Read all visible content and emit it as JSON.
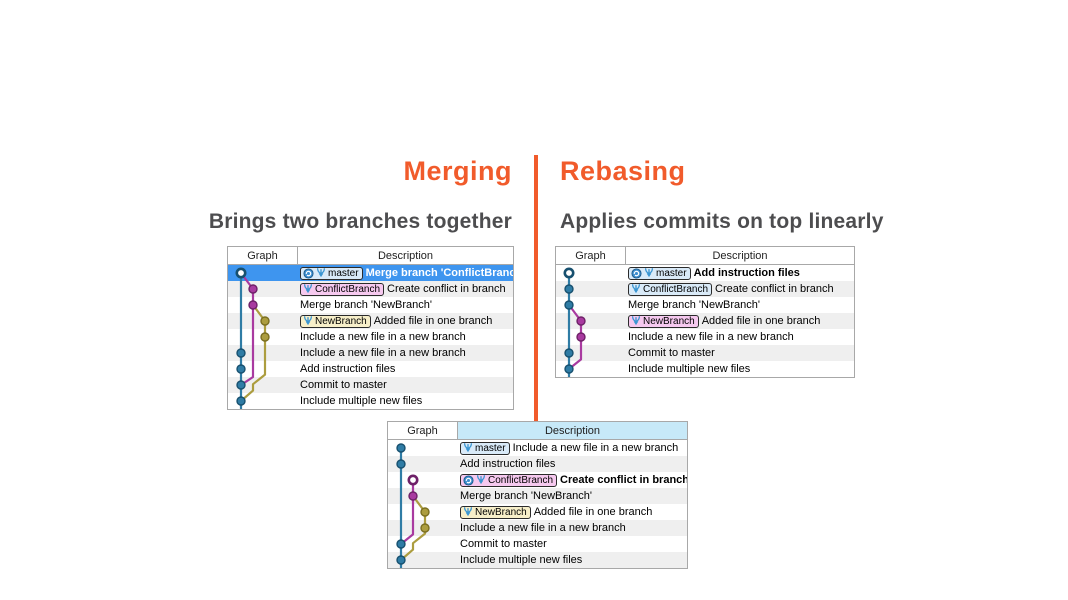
{
  "header": {
    "merging_title": "Merging",
    "rebasing_title": "Rebasing",
    "merging_subtitle": "Brings two branches together",
    "rebasing_subtitle": "Applies commits on top linearly"
  },
  "colors": {
    "accent": "#f15b2b",
    "subtitle_text": "#4d4d4f",
    "selection": "#3e95ef",
    "row_alt": "#efefef",
    "lane_blue": "#2f7ca5",
    "lane_blue_dark": "#17506f",
    "lane_magenta": "#a93aa0",
    "lane_magenta_dark": "#6e2168",
    "lane_olive": "#ac9d3f",
    "lane_olive_dark": "#7a6e20",
    "badge_blue": "#d9eaf8",
    "badge_pink": "#f6c9ef",
    "badge_tan": "#f7efc9",
    "desc_header_highlight": "#c7e9f8",
    "branch_icon_blue": "#3b96d2",
    "head_icon_blue": "#3e8fd0"
  },
  "tables": [
    {
      "name": "merging-history-table",
      "headers": {
        "graph": "Graph",
        "description": "Description"
      },
      "desc_header_highlighted": false,
      "rows": [
        {
          "badge": {
            "label": "master",
            "color_key": "badge_blue",
            "head": true
          },
          "text": "Merge branch 'ConflictBranch'",
          "bold": true,
          "selected": true
        },
        {
          "badge": {
            "label": "ConflictBranch",
            "color_key": "badge_pink"
          },
          "text": "Create conflict in branch"
        },
        {
          "text": "Merge branch 'NewBranch'"
        },
        {
          "badge": {
            "label": "NewBranch",
            "color_key": "badge_tan"
          },
          "text": "Added file in one branch"
        },
        {
          "text": "Include a new file in a new branch"
        },
        {
          "text": "Include a new file in a new branch"
        },
        {
          "text": "Add instruction files"
        },
        {
          "text": "Commit to master"
        },
        {
          "text": "Include multiple new files"
        }
      ],
      "graph": {
        "lines": [
          {
            "color_key": "lane_blue",
            "points": [
              [
                0,
                1
              ],
              [
                0,
                "end"
              ]
            ]
          },
          {
            "color_key": "lane_magenta",
            "points": [
              [
                0,
                1
              ],
              [
                1,
                2
              ],
              [
                1,
                7.5
              ],
              [
                0,
                8
              ]
            ]
          },
          {
            "color_key": "lane_olive",
            "points": [
              [
                1,
                3
              ],
              [
                2,
                4
              ],
              [
                2,
                7.35
              ],
              [
                1,
                7.95
              ],
              [
                1,
                8.35
              ],
              [
                0,
                9
              ]
            ]
          }
        ],
        "dots": [
          {
            "lane": 0,
            "row": 1,
            "color_key": "lane_blue",
            "hollow": true
          },
          {
            "lane": 1,
            "row": 2,
            "color_key": "lane_magenta"
          },
          {
            "lane": 1,
            "row": 3,
            "color_key": "lane_magenta"
          },
          {
            "lane": 2,
            "row": 4,
            "color_key": "lane_olive"
          },
          {
            "lane": 2,
            "row": 5,
            "color_key": "lane_olive"
          },
          {
            "lane": 0,
            "row": 6,
            "color_key": "lane_blue"
          },
          {
            "lane": 0,
            "row": 7,
            "color_key": "lane_blue"
          },
          {
            "lane": 0,
            "row": 8,
            "color_key": "lane_blue"
          },
          {
            "lane": 0,
            "row": 9,
            "color_key": "lane_blue"
          }
        ]
      }
    },
    {
      "name": "rebasing-history-table",
      "headers": {
        "graph": "Graph",
        "description": "Description"
      },
      "desc_header_highlighted": false,
      "rows": [
        {
          "badge": {
            "label": "master",
            "color_key": "badge_blue",
            "head": true
          },
          "text": "Add instruction files",
          "bold": true
        },
        {
          "badge": {
            "label": "ConflictBranch",
            "color_key": "badge_blue"
          },
          "text": "Create conflict in branch"
        },
        {
          "text": "Merge branch 'NewBranch'"
        },
        {
          "badge": {
            "label": "NewBranch",
            "color_key": "badge_pink"
          },
          "text": "Added file in one branch"
        },
        {
          "text": "Include a new file in a new branch"
        },
        {
          "text": "Commit to master"
        },
        {
          "text": "Include multiple new files"
        }
      ],
      "graph": {
        "lines": [
          {
            "color_key": "lane_blue",
            "points": [
              [
                0,
                1
              ],
              [
                0,
                "end"
              ]
            ]
          },
          {
            "color_key": "lane_magenta",
            "points": [
              [
                0,
                3
              ],
              [
                1,
                4
              ],
              [
                1,
                6.4
              ],
              [
                0,
                7
              ]
            ]
          }
        ],
        "dots": [
          {
            "lane": 0,
            "row": 1,
            "color_key": "lane_blue",
            "hollow": true
          },
          {
            "lane": 0,
            "row": 2,
            "color_key": "lane_blue"
          },
          {
            "lane": 0,
            "row": 3,
            "color_key": "lane_blue"
          },
          {
            "lane": 1,
            "row": 4,
            "color_key": "lane_magenta"
          },
          {
            "lane": 1,
            "row": 5,
            "color_key": "lane_magenta"
          },
          {
            "lane": 0,
            "row": 6,
            "color_key": "lane_blue"
          },
          {
            "lane": 0,
            "row": 7,
            "color_key": "lane_blue"
          }
        ]
      }
    },
    {
      "name": "conflictbranch-history-table",
      "headers": {
        "graph": "Graph",
        "description": "Description"
      },
      "desc_header_highlighted": true,
      "rows": [
        {
          "badge": {
            "label": "master",
            "color_key": "badge_blue"
          },
          "text": "Include a new file in a new branch"
        },
        {
          "text": "Add instruction files"
        },
        {
          "badge": {
            "label": "ConflictBranch",
            "color_key": "badge_pink",
            "head": true
          },
          "text": "Create conflict in branch",
          "bold": true
        },
        {
          "text": "Merge branch 'NewBranch'"
        },
        {
          "badge": {
            "label": "NewBranch",
            "color_key": "badge_tan"
          },
          "text": "Added file in one branch"
        },
        {
          "text": "Include a new file in a new branch"
        },
        {
          "text": "Commit to master"
        },
        {
          "text": "Include multiple new files"
        }
      ],
      "graph": {
        "lines": [
          {
            "color_key": "lane_blue",
            "points": [
              [
                0,
                1
              ],
              [
                0,
                "end"
              ]
            ]
          },
          {
            "color_key": "lane_magenta",
            "points": [
              [
                1,
                3
              ],
              [
                1,
                6.4
              ],
              [
                0,
                7
              ]
            ]
          },
          {
            "color_key": "lane_olive",
            "points": [
              [
                1,
                4
              ],
              [
                2,
                5
              ],
              [
                2,
                6.35
              ],
              [
                1,
                6.95
              ],
              [
                1,
                7.35
              ],
              [
                0,
                8
              ]
            ]
          }
        ],
        "dots": [
          {
            "lane": 0,
            "row": 1,
            "color_key": "lane_blue"
          },
          {
            "lane": 0,
            "row": 2,
            "color_key": "lane_blue"
          },
          {
            "lane": 1,
            "row": 3,
            "color_key": "lane_magenta",
            "hollow": true
          },
          {
            "lane": 1,
            "row": 4,
            "color_key": "lane_magenta"
          },
          {
            "lane": 2,
            "row": 5,
            "color_key": "lane_olive"
          },
          {
            "lane": 2,
            "row": 6,
            "color_key": "lane_olive"
          },
          {
            "lane": 0,
            "row": 7,
            "color_key": "lane_blue"
          },
          {
            "lane": 0,
            "row": 8,
            "color_key": "lane_blue"
          }
        ]
      }
    }
  ]
}
